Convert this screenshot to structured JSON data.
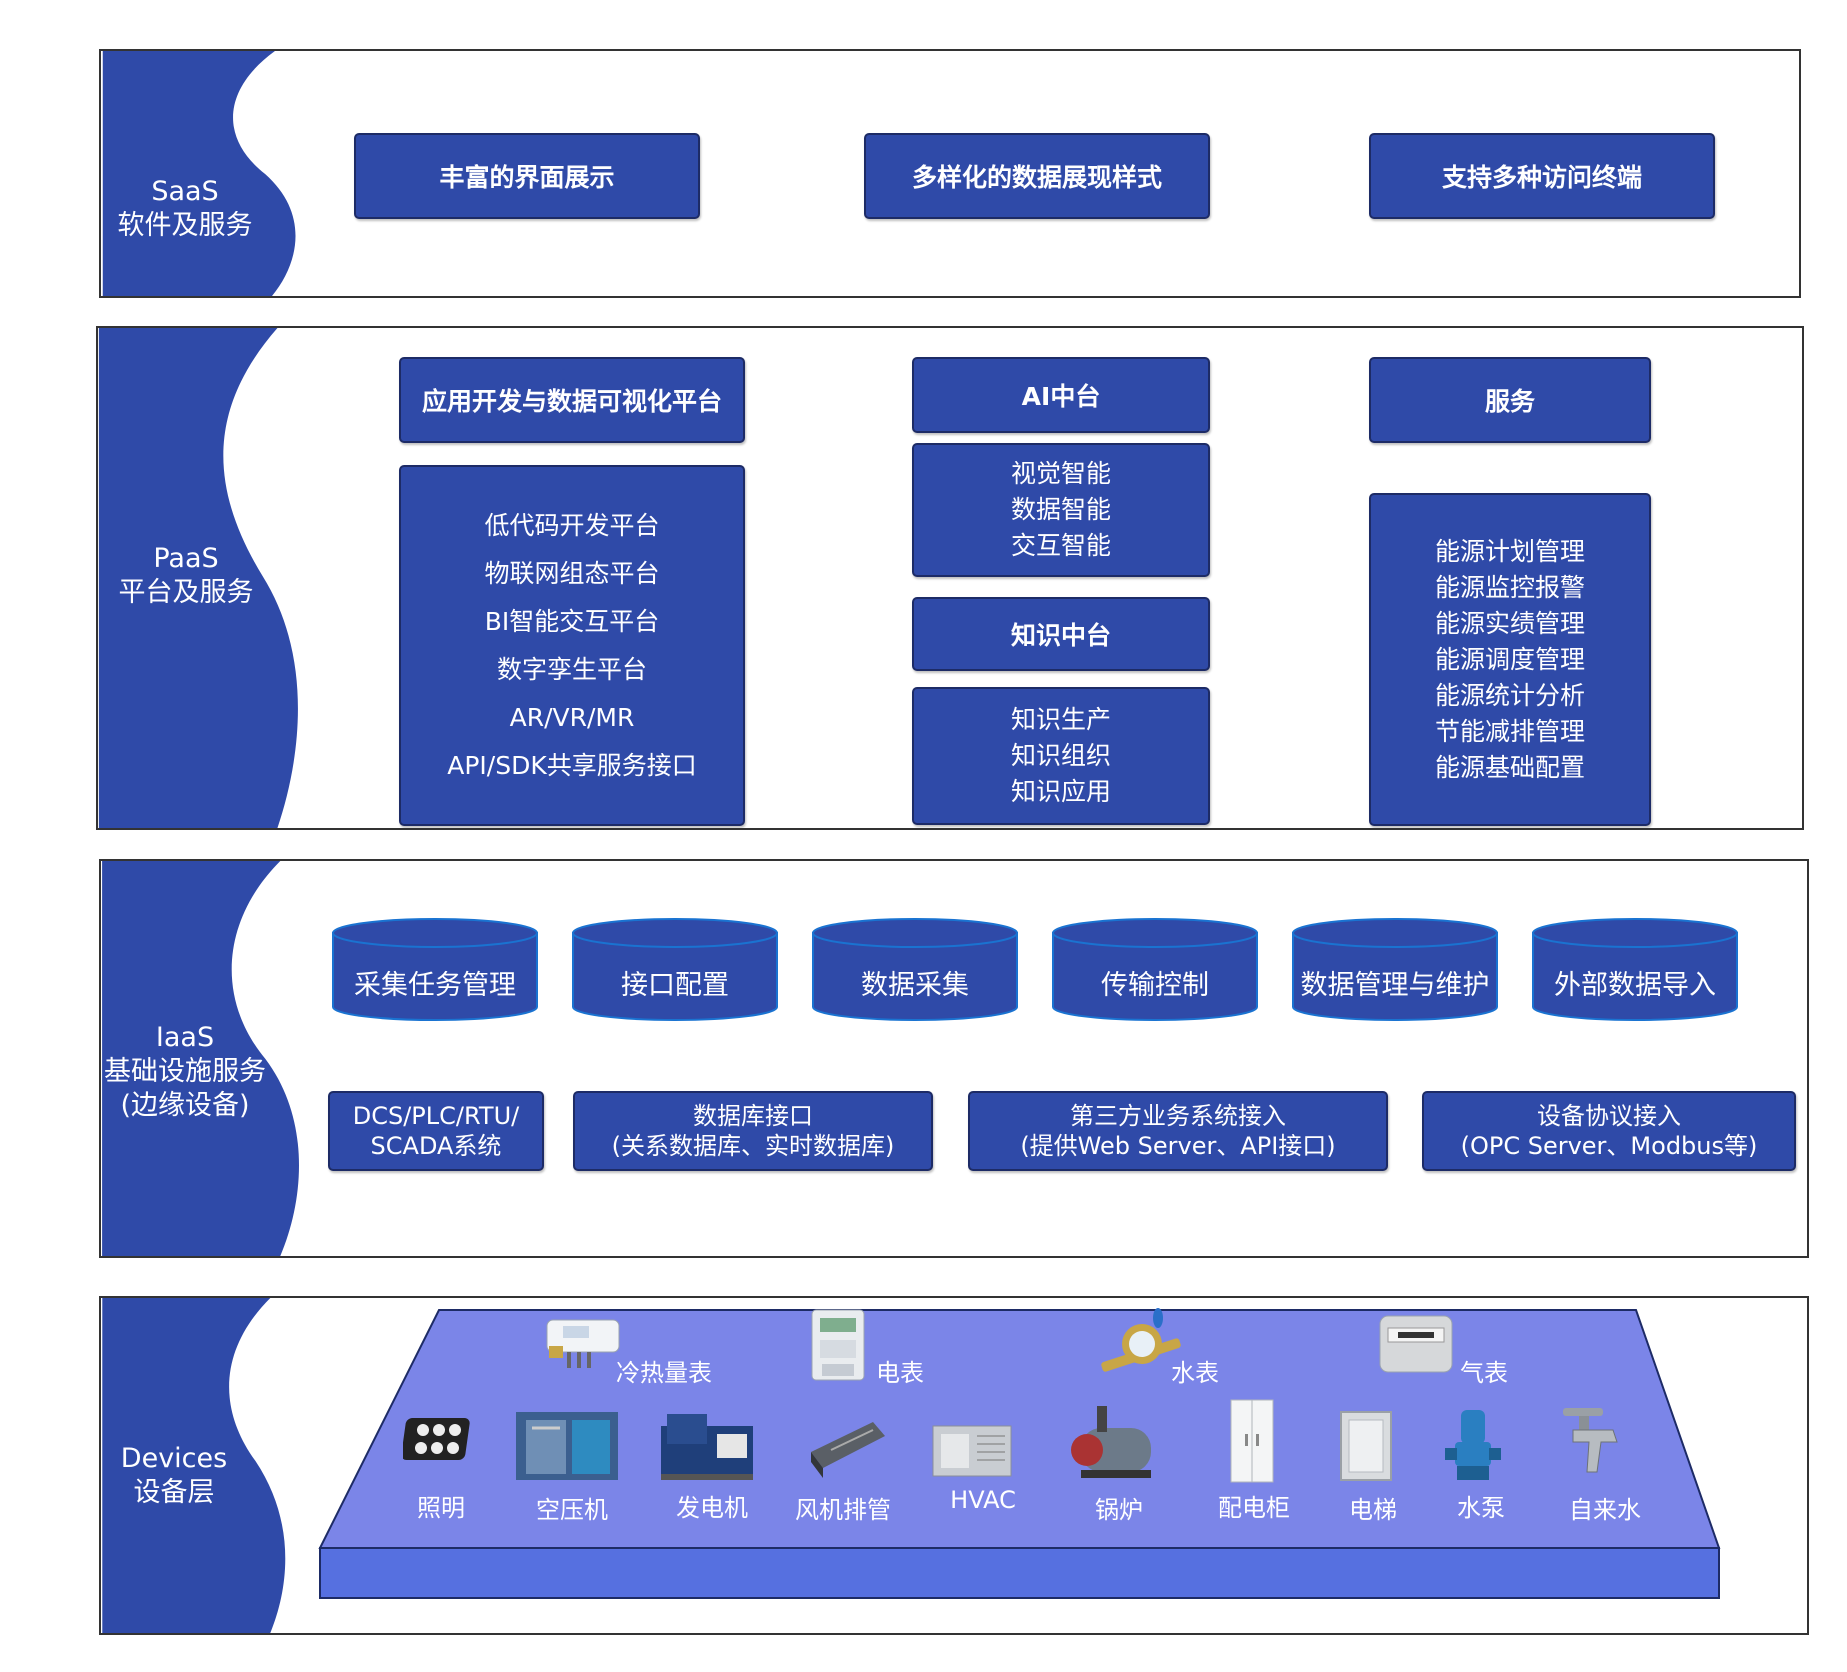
{
  "colors": {
    "primary": "#2f4aa8",
    "border": "#1d2b66",
    "platform_top": "#7b85e8",
    "platform_front": "#5670e0"
  },
  "saas": {
    "label_line1": "SaaS",
    "label_line2": "软件及服务",
    "boxes": [
      "丰富的界面展示",
      "多样化的数据展现样式",
      "支持多种访问终端"
    ]
  },
  "paas": {
    "label_line1": "PaaS",
    "label_line2": "平台及服务",
    "app_platform": {
      "title": "应用开发与数据可视化平台",
      "items": [
        "低代码开发平台",
        "物联网组态平台",
        "BI智能交互平台",
        "数字孪生平台",
        "AR/VR/MR",
        "API/SDK共享服务接口"
      ]
    },
    "ai": {
      "title": "AI中台",
      "items": [
        "视觉智能",
        "数据智能",
        "交互智能"
      ]
    },
    "knowledge": {
      "title": "知识中台",
      "items": [
        "知识生产",
        "知识组织",
        "知识应用"
      ]
    },
    "service": {
      "title": "服务",
      "items": [
        "能源计划管理",
        "能源监控报警",
        "能源实绩管理",
        "能源调度管理",
        "能源统计分析",
        "节能减排管理",
        "能源基础配置"
      ]
    }
  },
  "iaas": {
    "label_line1": "IaaS",
    "label_line2": "基础设施服务",
    "label_line3": "(边缘设备)",
    "cylinders": [
      "采集任务管理",
      "接口配置",
      "数据采集",
      "传输控制",
      "数据管理与维护",
      "外部数据导入"
    ],
    "interfaces": [
      {
        "line1": "DCS/PLC/RTU/",
        "line2": "SCADA系统"
      },
      {
        "line1": "数据库接口",
        "line2": "(关系数据库、实时数据库)"
      },
      {
        "line1": "第三方业务系统接入",
        "line2": "(提供Web Server、API接口)"
      },
      {
        "line1": "设备协议接入",
        "line2": "(OPC Server、Modbus等)"
      }
    ]
  },
  "devices": {
    "label_line1": "Devices",
    "label_line2": "设备层",
    "meters": [
      "冷热量表",
      "电表",
      "水表",
      "气表"
    ],
    "equipment": [
      "照明",
      "空压机",
      "发电机",
      "风机排管",
      "HVAC",
      "锅炉",
      "配电柜",
      "电梯",
      "水泵",
      "自来水"
    ]
  }
}
